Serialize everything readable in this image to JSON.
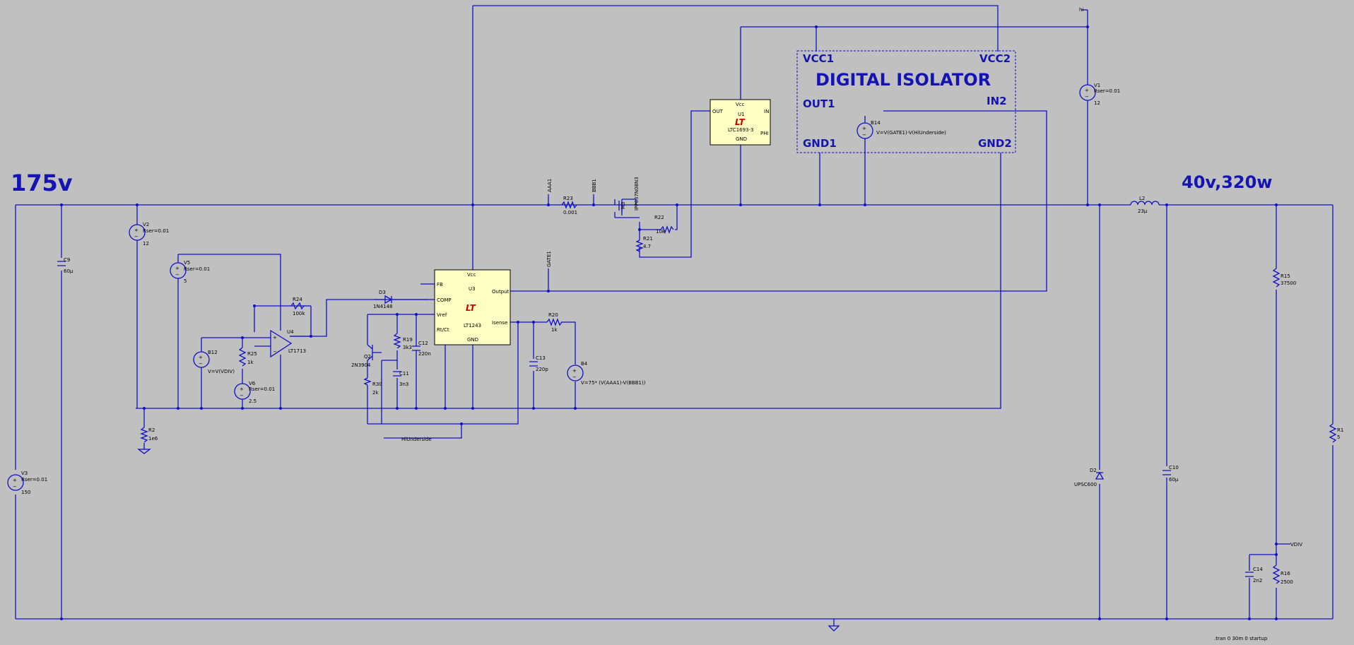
{
  "annotations": {
    "input_voltage": "175v",
    "output_spec": "40v,320w",
    "isolator_title": "DIGITAL ISOLATOR",
    "sim_directive": ".tran 0 30m 0 startup"
  },
  "isolator_pins": {
    "vcc1": "VCC1",
    "vcc2": "VCC2",
    "out1": "OUT1",
    "in2": "IN2",
    "gnd1": "GND1",
    "gnd2": "GND2"
  },
  "net_labels": {
    "hi": "hi",
    "aaa1": "AAA1",
    "bbb1": "BBB1",
    "gate1": "GATE1",
    "hiunderside": "HiUnderside",
    "vdiv": "VDIV"
  },
  "u1": {
    "ref": "U1",
    "part": "LTC1693-3",
    "vcc": "Vcc",
    "out": "OUT",
    "in": "IN",
    "gnd": "GND",
    "phi": "PHI"
  },
  "u3": {
    "ref": "U3",
    "part": "LT1243",
    "vcc": "Vcc",
    "fb": "FB",
    "comp": "COMP",
    "vref": "Vref",
    "rtct": "Rt/Ct",
    "output": "Output",
    "isense": "Isense",
    "gnd": "GND"
  },
  "u4": {
    "ref": "U4",
    "part": "LT1713"
  },
  "sources": {
    "v1": {
      "ref": "V1",
      "rser": "Rser=0.01",
      "value": "12"
    },
    "v2": {
      "ref": "V2",
      "rser": "Rser=0.01",
      "value": "12"
    },
    "v3": {
      "ref": "V3",
      "rser": "Rser=0.01",
      "value": "150"
    },
    "v5": {
      "ref": "V5",
      "rser": "Rser=0.01",
      "value": "5"
    },
    "v6": {
      "ref": "V6",
      "rser": "Rser=0.01",
      "value": "2.5"
    },
    "b4": {
      "ref": "B4",
      "expr": "V=75* (V(AAA1)-V(BBB1))"
    },
    "b12": {
      "ref": "B12",
      "expr": "V=V(VDIV)"
    },
    "b14": {
      "ref": "B14",
      "expr": "V=V(GATE1)-V(HiUnderside)"
    }
  },
  "passives": {
    "r1": {
      "ref": "R1",
      "value": "5"
    },
    "r2": {
      "ref": "R2",
      "value": "1e6"
    },
    "r15": {
      "ref": "R15",
      "value": "37500"
    },
    "r16": {
      "ref": "R16",
      "value": "2500"
    },
    "r19": {
      "ref": "R19",
      "value": "3k3"
    },
    "r20": {
      "ref": "R20",
      "value": "1k"
    },
    "r21": {
      "ref": "R21",
      "value": "4.7"
    },
    "r22": {
      "ref": "R22",
      "value": "10k"
    },
    "r23": {
      "ref": "R23",
      "value": "0.001"
    },
    "r24": {
      "ref": "R24",
      "value": "100k"
    },
    "r25": {
      "ref": "R25",
      "value": "1k"
    },
    "r30": {
      "ref": "R30",
      "value": "2k"
    },
    "c9": {
      "ref": "C9",
      "value": "60µ"
    },
    "c10": {
      "ref": "C10",
      "value": "60µ"
    },
    "c11": {
      "ref": "C11",
      "value": "3n3"
    },
    "c12": {
      "ref": "C12",
      "value": "220n"
    },
    "c13": {
      "ref": "C13",
      "value": "220p"
    },
    "c14": {
      "ref": "C14",
      "value": "2n2"
    },
    "l2": {
      "ref": "L2",
      "value": "23µ"
    }
  },
  "semis": {
    "d2": {
      "ref": "D2",
      "value": "UPSC600"
    },
    "d3": {
      "ref": "D3",
      "value": "1N4148"
    },
    "q2": {
      "ref": "Q2",
      "value": "2N3904"
    },
    "m3": {
      "ref": "M3",
      "value": "IPP037N08N3"
    }
  },
  "colors": {
    "background": "#c0c0c0",
    "wire": "#1010c8",
    "chip_fill": "#ffffc4",
    "lt_logo": "#cc0000",
    "annotation": "#1414b4"
  }
}
